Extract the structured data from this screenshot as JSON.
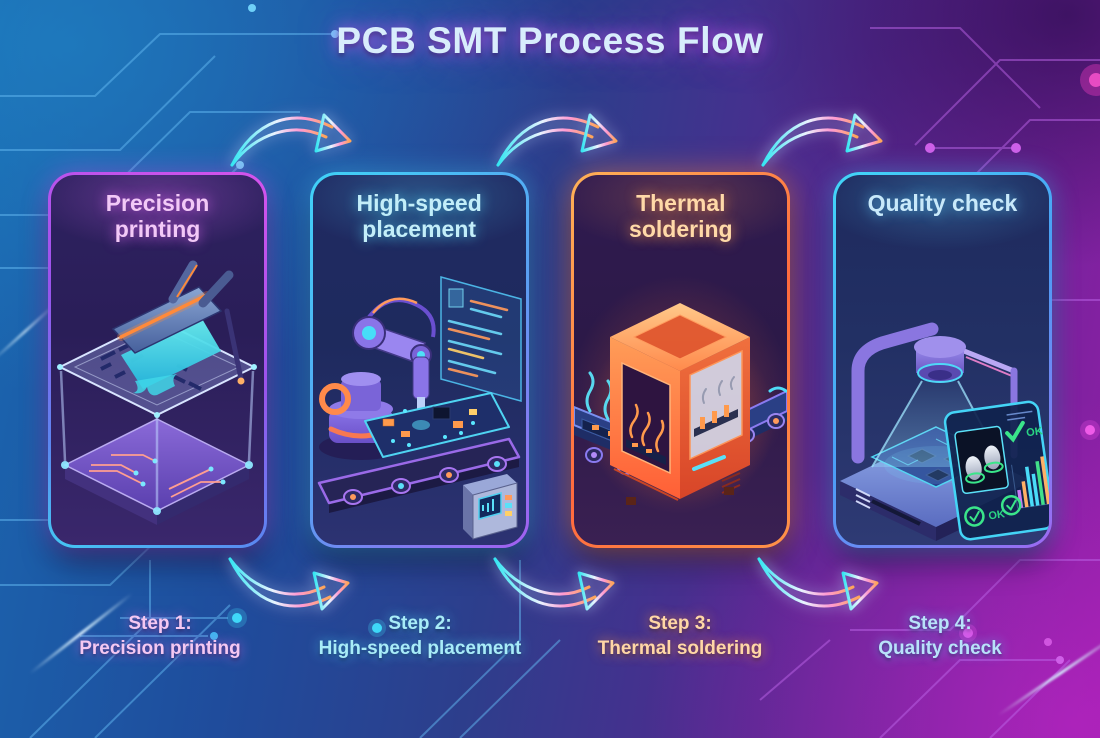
{
  "title": "PCB SMT Process Flow",
  "steps": [
    {
      "card_title": "Precision printing",
      "step_prefix": "Step 1:",
      "step_name": "Precision printing",
      "accent_color": "#cf5bea",
      "illustration": "solder-paste-stencil-printer"
    },
    {
      "card_title": "High-speed placement",
      "step_prefix": "Step 2:",
      "step_name": "High-speed placement",
      "accent_color": "#3ed2f6",
      "illustration": "pick-and-place-robot-arm"
    },
    {
      "card_title": "Thermal soldering",
      "step_prefix": "Step 3:",
      "step_name": "Thermal soldering",
      "accent_color": "#ff7a42",
      "illustration": "reflow-soldering-oven"
    },
    {
      "card_title": "Quality check",
      "step_prefix": "Step 4:",
      "step_name": "Quality check",
      "accent_color": "#40c9f5",
      "illustration": "aoi-camera-inspection",
      "screen": {
        "ok_label_top": "OK",
        "ok_label_bottom": "OK",
        "check_glyph": "✓",
        "result_bars_relative": [
          0.35,
          0.5,
          0.8,
          0.65,
          0.9,
          1.0
        ],
        "result_bar_colors": [
          "#c879f2",
          "#ffb066",
          "#4adcf8",
          "#4adcf8",
          "#42e08a",
          "#ffb066"
        ]
      }
    }
  ],
  "arrows": {
    "count": 6,
    "direction": "left-to-right",
    "gradient": [
      "#35e6f2",
      "#e8f4ff",
      "#ff9ad2",
      "#ffa658"
    ]
  },
  "background": {
    "left_color": "#1a67b0",
    "right_color": "#9a22aa",
    "pattern": "circuit-traces"
  }
}
